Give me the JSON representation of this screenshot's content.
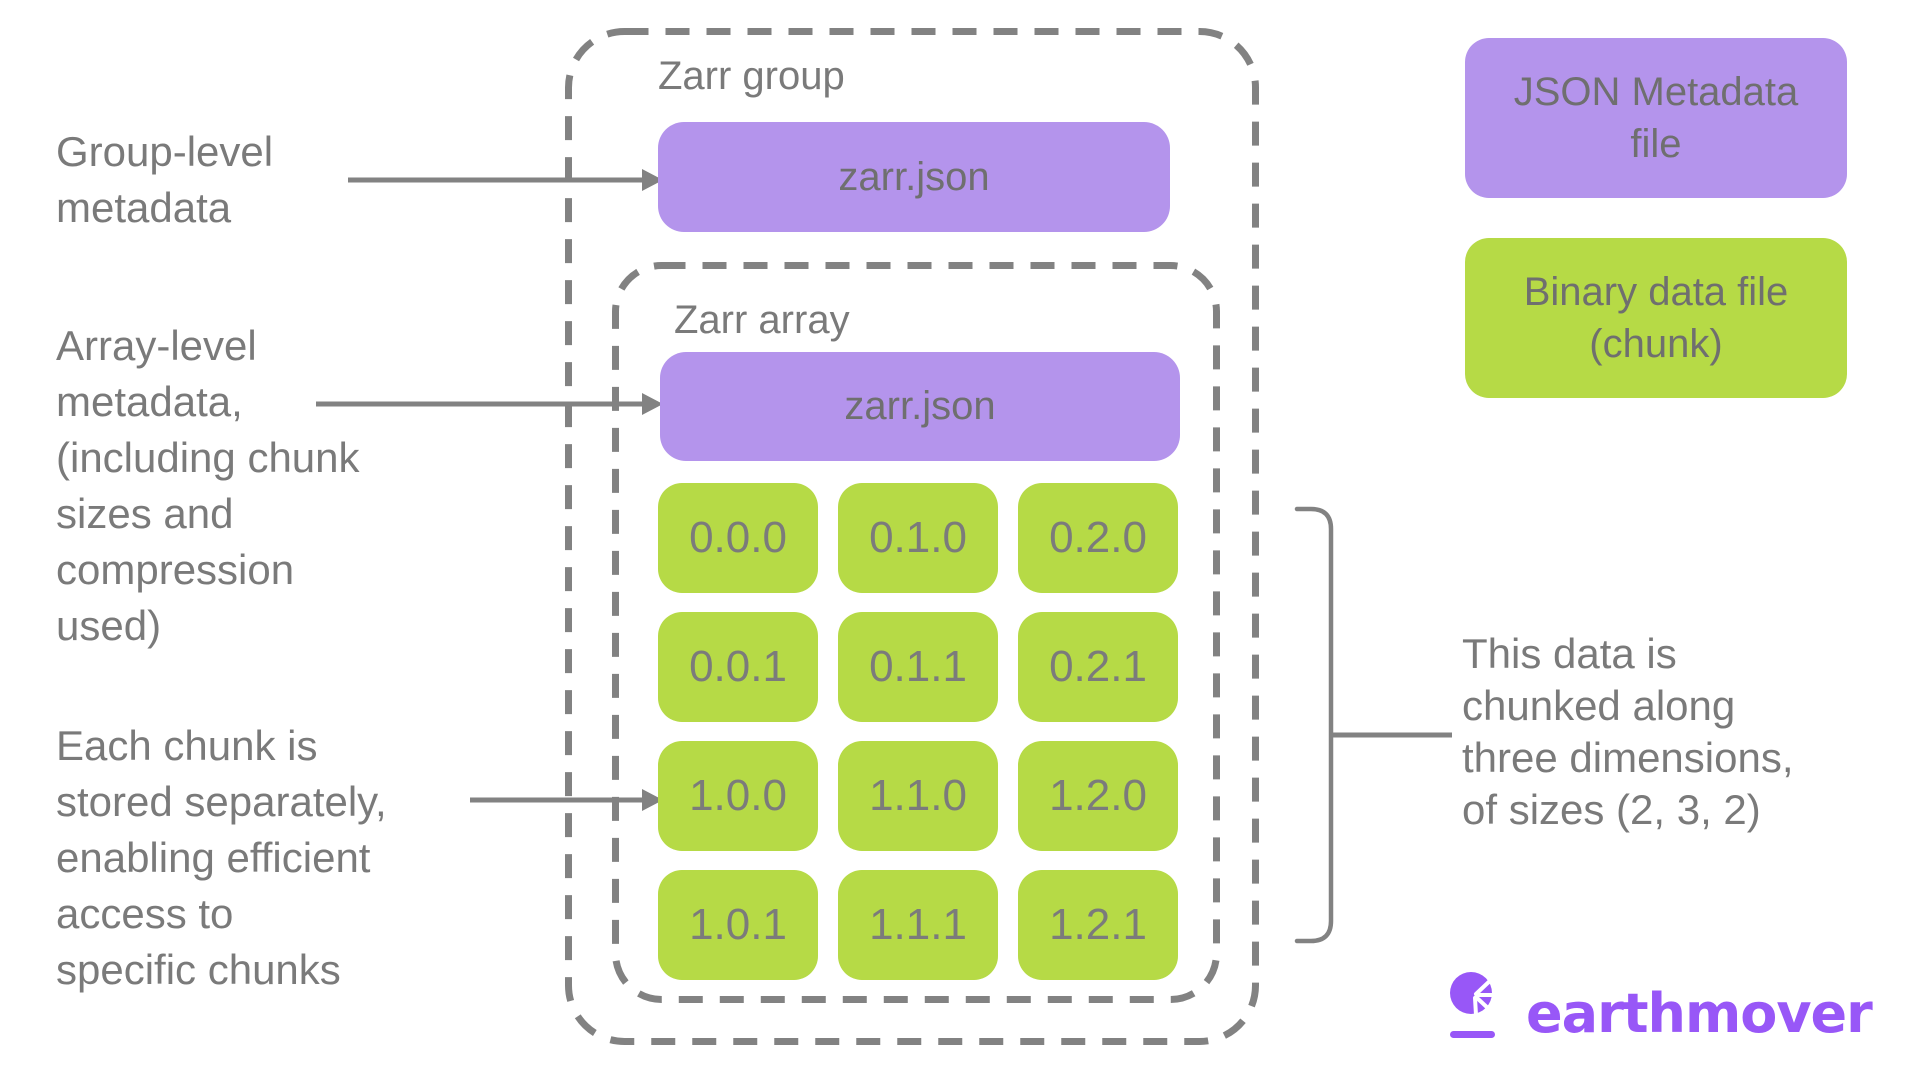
{
  "colors": {
    "purple": "#B494EC",
    "green": "#B6DA46",
    "text-gray": "#757575",
    "line-gray": "#828282",
    "logo-purple": "#9857F7",
    "background": "#FFFFFF"
  },
  "zarr_group": {
    "title": "Zarr group",
    "metadata_file": "zarr.json"
  },
  "zarr_array": {
    "title": "Zarr array",
    "metadata_file": "zarr.json",
    "chunks": [
      [
        "0.0.0",
        "0.1.0",
        "0.2.0"
      ],
      [
        "0.0.1",
        "0.1.1",
        "0.2.1"
      ],
      [
        "1.0.0",
        "1.1.0",
        "1.2.0"
      ],
      [
        "1.0.1",
        "1.1.1",
        "1.2.1"
      ]
    ]
  },
  "annotations": {
    "group_metadata": {
      "lines": [
        "Group-level",
        "metadata"
      ]
    },
    "array_metadata": {
      "lines": [
        "Array-level",
        "metadata,",
        "(including chunk",
        "sizes and",
        "compression",
        "used)"
      ]
    },
    "chunk_storage": {
      "lines": [
        "Each chunk is",
        "stored separately,",
        "enabling efficient",
        "access to",
        "specific chunks"
      ]
    },
    "chunking_dimensions": {
      "lines": [
        "This data is",
        "chunked along",
        "three dimensions,",
        "of sizes (2, 3, 2)"
      ]
    }
  },
  "legend": {
    "json_metadata": {
      "lines": [
        "JSON Metadata",
        "file"
      ]
    },
    "binary_data": {
      "lines": [
        "Binary data file",
        "(chunk)"
      ]
    }
  },
  "logo": {
    "wordmark": "earthmover"
  }
}
